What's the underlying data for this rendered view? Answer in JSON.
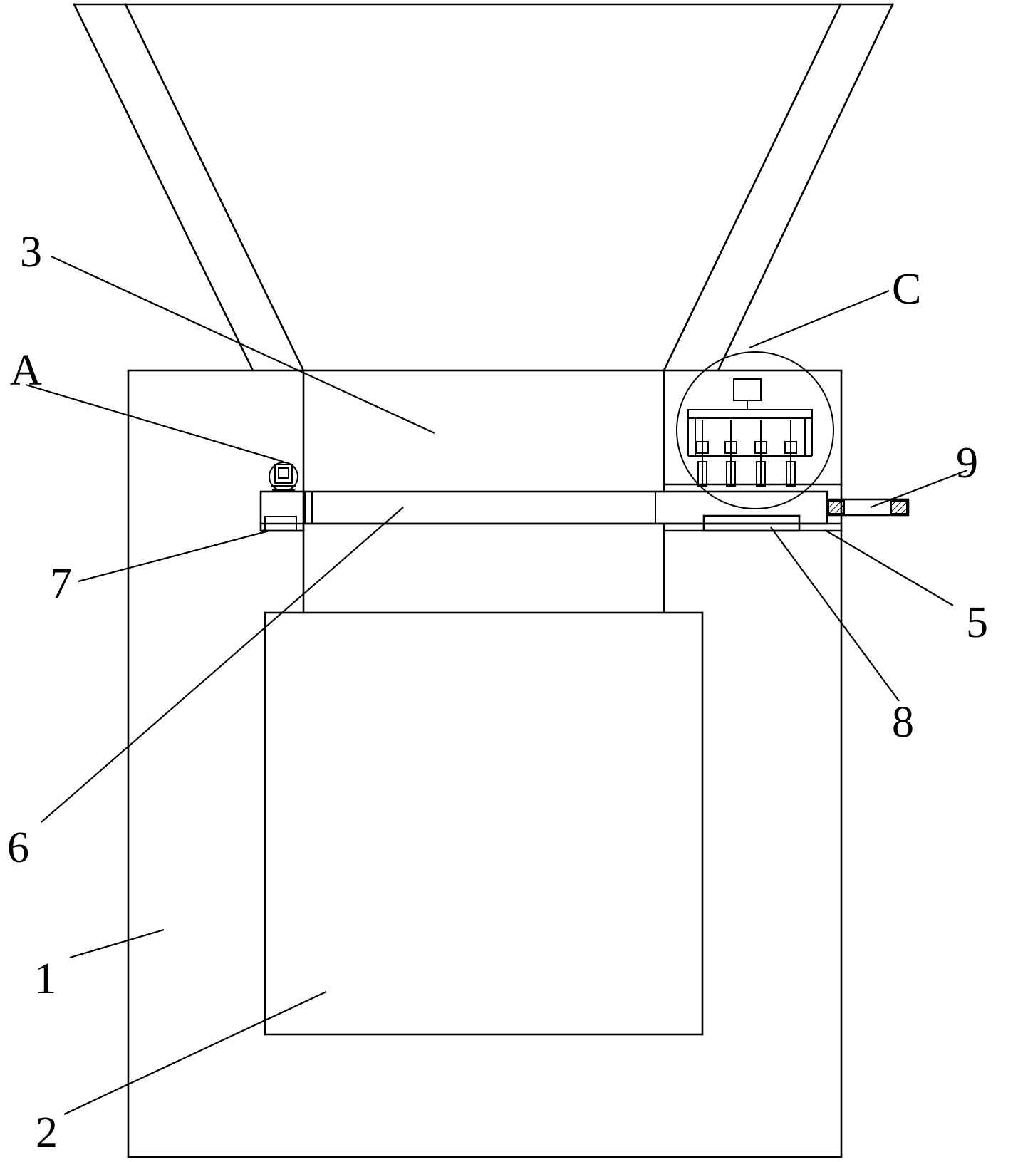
{
  "diagram": {
    "labels": {
      "part_1": "1",
      "part_2": "2",
      "part_3": "3",
      "part_5": "5",
      "part_6": "6",
      "part_7": "7",
      "part_8": "8",
      "part_9": "9",
      "detail_a": "A",
      "detail_c": "C"
    },
    "stroke_color": "#000000",
    "background_color": "#ffffff"
  }
}
